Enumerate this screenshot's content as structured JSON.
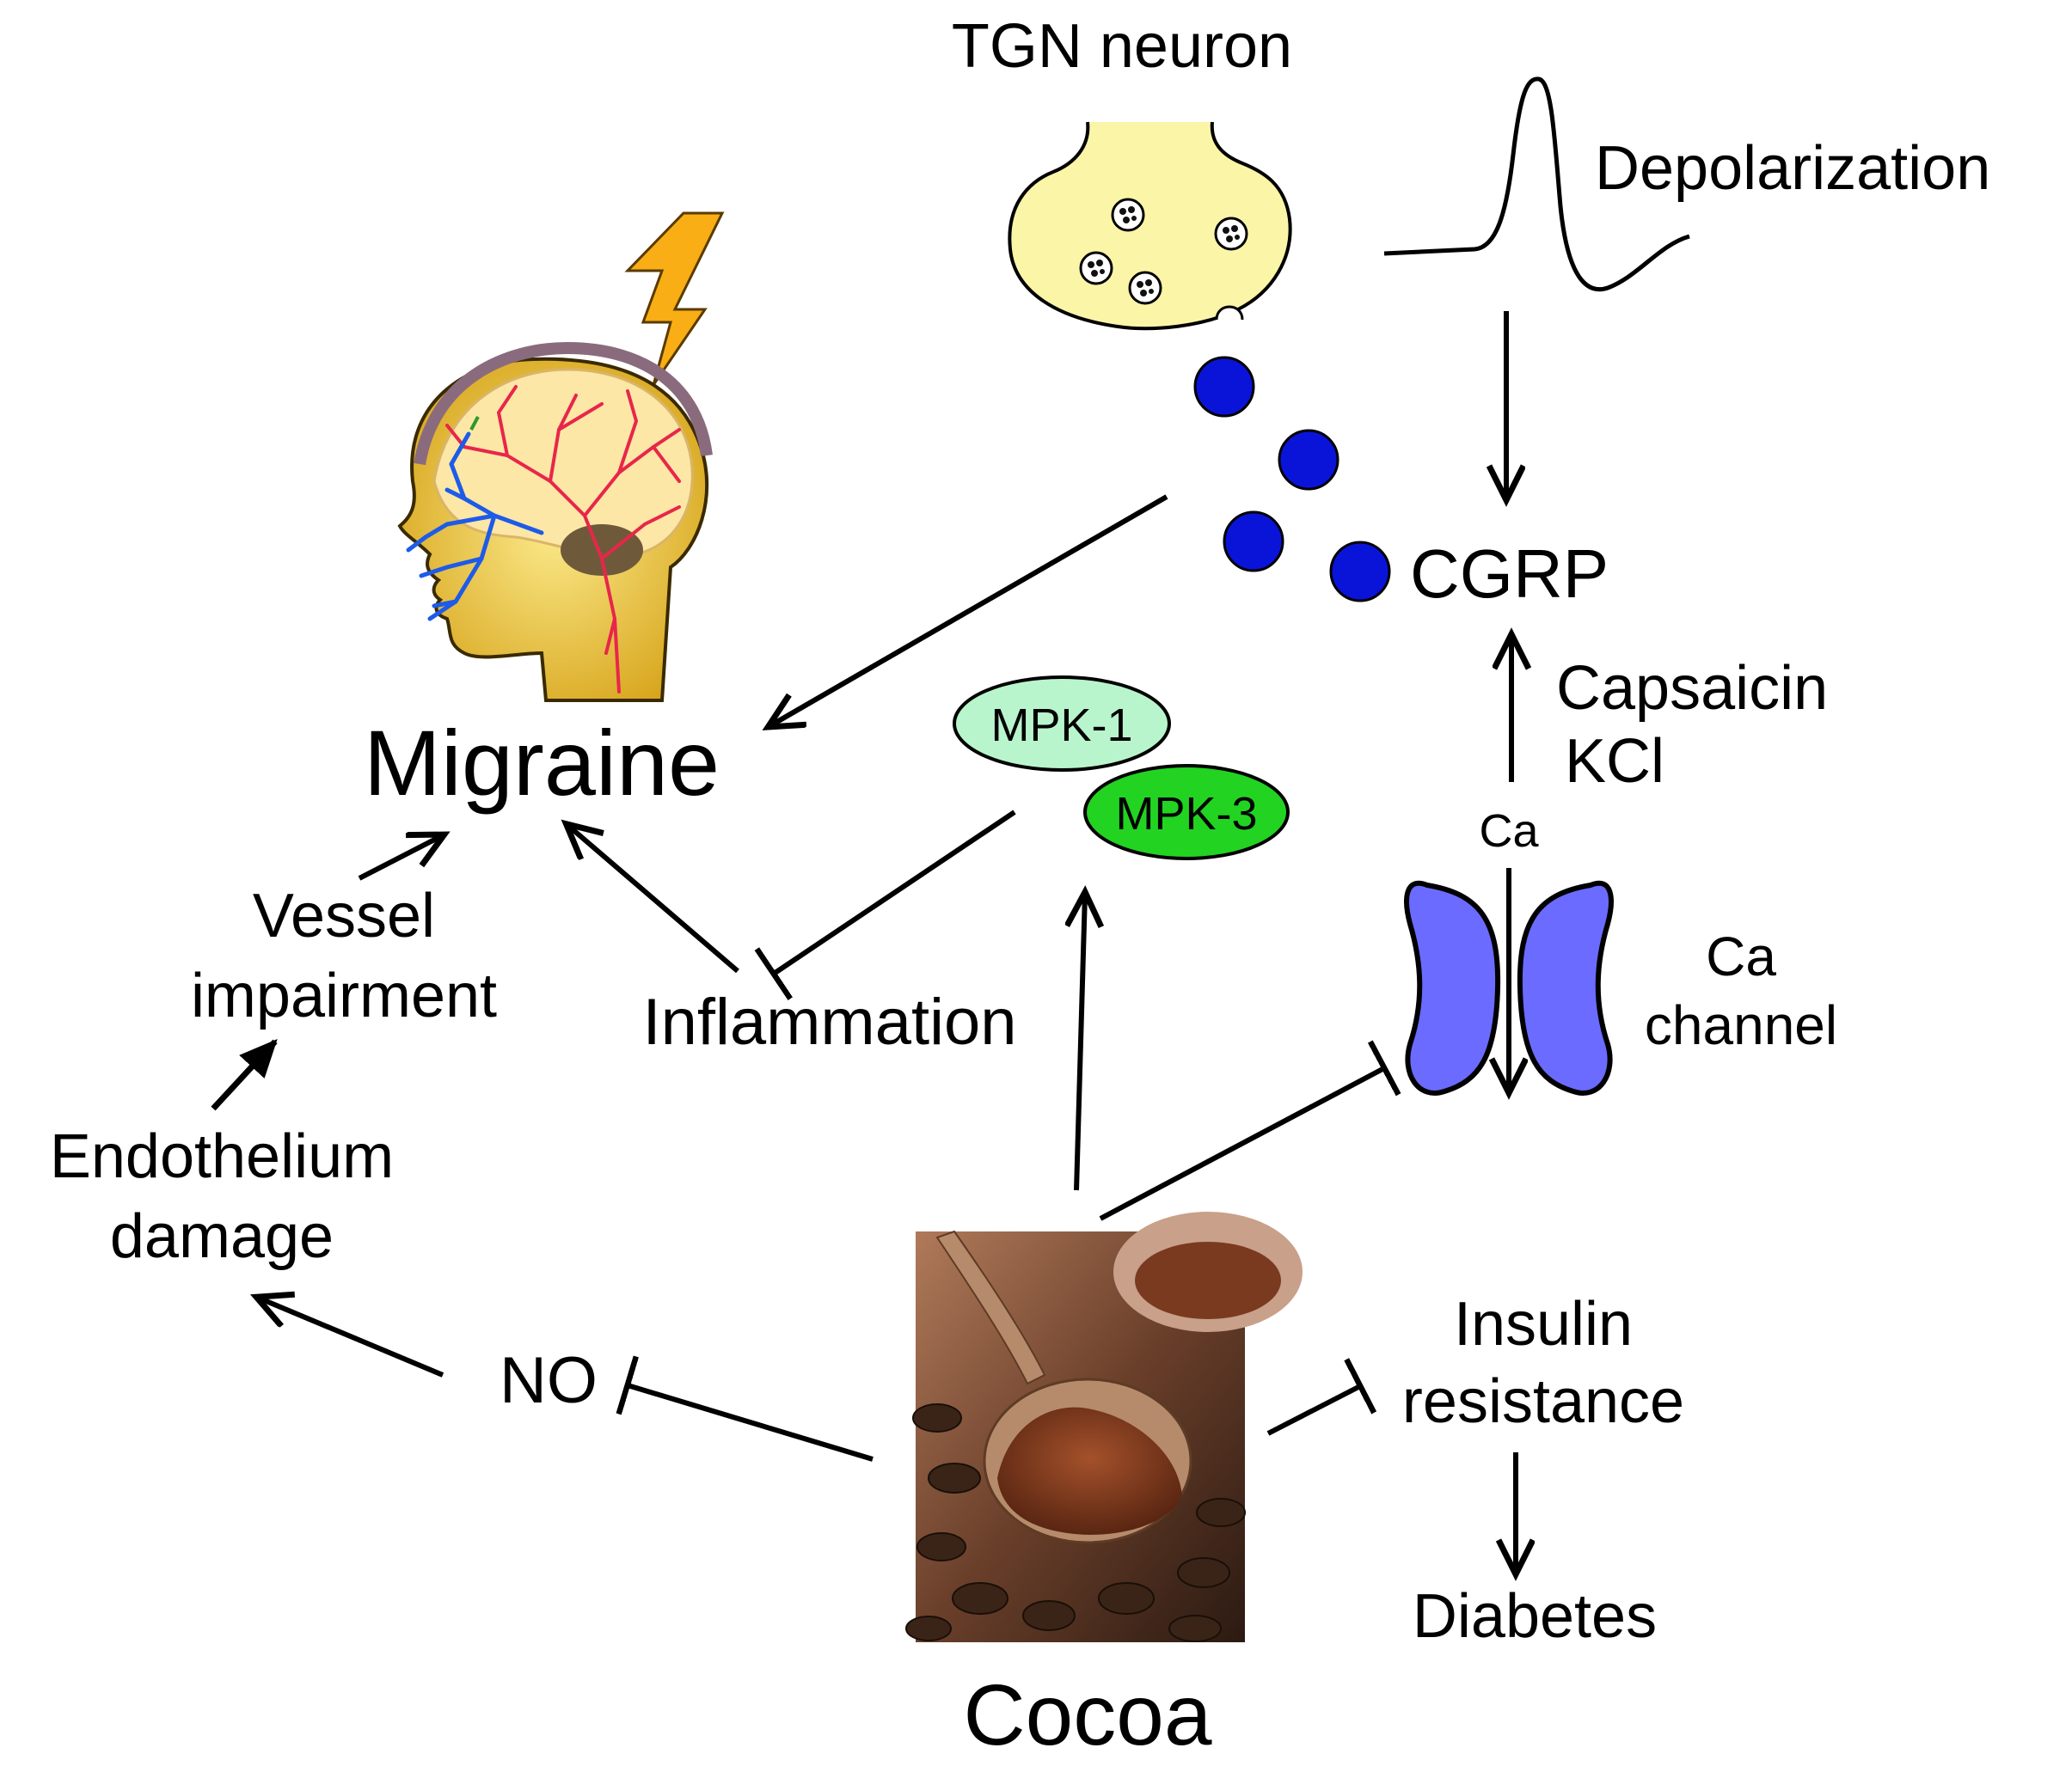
{
  "labels": {
    "tgn_neuron": "TGN neuron",
    "depolarization": "Depolarization",
    "cgrp": "CGRP",
    "capsaicin": "Capsaicin",
    "kcl": "KCl",
    "ca_ion": "Ca",
    "ca_channel_line1": "Ca",
    "ca_channel_line2": "channel",
    "migraine": "Migraine",
    "mpk1": "MPK-1",
    "mpk3": "MPK-3",
    "vessel_line1": "Vessel",
    "vessel_line2": "impairment",
    "inflammation": "Inflammation",
    "endothelium_line1": "Endothelium",
    "endothelium_line2": "damage",
    "no": "NO",
    "insulin_line1": "Insulin",
    "insulin_line2": "resistance",
    "diabetes": "Diabetes",
    "cocoa": "Cocoa"
  },
  "icons": {
    "head": "head-brain-icon",
    "lightning": "lightning-bolt-icon",
    "neuron": "neuron-terminal-icon",
    "action_potential": "action-potential-icon",
    "ca_channel": "calcium-channel-icon",
    "cocoa_photo": "cocoa-spoon-photo"
  },
  "colors": {
    "cgrp_dot": "#0a14d8",
    "mpk1_fill": "#b8f5cc",
    "mpk3_fill": "#22d322",
    "channel_fill": "#6b6bff",
    "neuron_fill": "#fbf5a8",
    "lightning_fill": "#f8ae14",
    "head_skin": "#f4d35a",
    "brain_fill": "#fde7a6",
    "nerve_blue": "#1d5be8",
    "vessel_red": "#e8264a",
    "cocoa_brown": "#7a3a1f"
  }
}
